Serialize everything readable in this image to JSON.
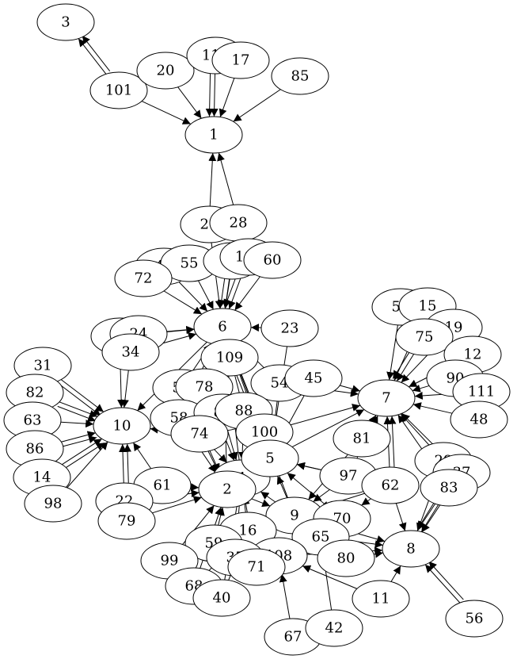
{
  "diagram": {
    "type": "directed-graph",
    "nodes": [
      {
        "id": "3"
      },
      {
        "id": "101"
      },
      {
        "id": "20"
      },
      {
        "id": "112"
      },
      {
        "id": "17"
      },
      {
        "id": "85"
      },
      {
        "id": "1"
      },
      {
        "id": "26"
      },
      {
        "id": "28"
      },
      {
        "id": "46"
      },
      {
        "id": "55"
      },
      {
        "id": "72"
      },
      {
        "id": "18"
      },
      {
        "id": "105"
      },
      {
        "id": "60"
      },
      {
        "id": "6"
      },
      {
        "id": "36"
      },
      {
        "id": "24"
      },
      {
        "id": "34"
      },
      {
        "id": "23"
      },
      {
        "id": "109"
      },
      {
        "id": "31"
      },
      {
        "id": "82"
      },
      {
        "id": "63"
      },
      {
        "id": "86"
      },
      {
        "id": "14"
      },
      {
        "id": "98"
      },
      {
        "id": "10"
      },
      {
        "id": "53"
      },
      {
        "id": "78"
      },
      {
        "id": "58"
      },
      {
        "id": "54"
      },
      {
        "id": "45"
      },
      {
        "id": "84"
      },
      {
        "id": "88"
      },
      {
        "id": "74"
      },
      {
        "id": "100"
      },
      {
        "id": "4"
      },
      {
        "id": "5"
      },
      {
        "id": "2"
      },
      {
        "id": "61"
      },
      {
        "id": "22"
      },
      {
        "id": "79"
      },
      {
        "id": "52"
      },
      {
        "id": "15"
      },
      {
        "id": "19"
      },
      {
        "id": "75"
      },
      {
        "id": "12"
      },
      {
        "id": "90"
      },
      {
        "id": "111"
      },
      {
        "id": "48"
      },
      {
        "id": "7"
      },
      {
        "id": "81"
      },
      {
        "id": "97"
      },
      {
        "id": "62"
      },
      {
        "id": "29"
      },
      {
        "id": "37"
      },
      {
        "id": "83"
      },
      {
        "id": "9"
      },
      {
        "id": "16"
      },
      {
        "id": "70"
      },
      {
        "id": "65"
      },
      {
        "id": "108"
      },
      {
        "id": "80"
      },
      {
        "id": "8"
      },
      {
        "id": "59"
      },
      {
        "id": "35"
      },
      {
        "id": "71"
      },
      {
        "id": "99"
      },
      {
        "id": "68"
      },
      {
        "id": "40"
      },
      {
        "id": "11"
      },
      {
        "id": "56"
      },
      {
        "id": "67"
      },
      {
        "id": "42"
      }
    ],
    "edges": [
      [
        "101",
        "3"
      ],
      [
        "101",
        "3"
      ],
      [
        "101",
        "1"
      ],
      [
        "20",
        "1"
      ],
      [
        "112",
        "1"
      ],
      [
        "112",
        "1"
      ],
      [
        "17",
        "1"
      ],
      [
        "85",
        "1"
      ],
      [
        "26",
        "1"
      ],
      [
        "28",
        "1"
      ],
      [
        "46",
        "6"
      ],
      [
        "55",
        "6"
      ],
      [
        "72",
        "6"
      ],
      [
        "18",
        "6"
      ],
      [
        "18",
        "6"
      ],
      [
        "105",
        "6"
      ],
      [
        "105",
        "6"
      ],
      [
        "60",
        "6"
      ],
      [
        "26",
        "6"
      ],
      [
        "28",
        "6"
      ],
      [
        "36",
        "6"
      ],
      [
        "24",
        "6"
      ],
      [
        "34",
        "6"
      ],
      [
        "23",
        "6"
      ],
      [
        "109",
        "6"
      ],
      [
        "53",
        "6"
      ],
      [
        "78",
        "6"
      ],
      [
        "58",
        "6"
      ],
      [
        "54",
        "6"
      ],
      [
        "84",
        "6"
      ],
      [
        "88",
        "6"
      ],
      [
        "100",
        "6"
      ],
      [
        "31",
        "10"
      ],
      [
        "31",
        "10"
      ],
      [
        "82",
        "10"
      ],
      [
        "82",
        "10"
      ],
      [
        "63",
        "10"
      ],
      [
        "86",
        "10"
      ],
      [
        "86",
        "10"
      ],
      [
        "14",
        "10"
      ],
      [
        "14",
        "10"
      ],
      [
        "98",
        "10"
      ],
      [
        "36",
        "10"
      ],
      [
        "34",
        "10"
      ],
      [
        "22",
        "10"
      ],
      [
        "22",
        "10"
      ],
      [
        "61",
        "10"
      ],
      [
        "74",
        "10"
      ],
      [
        "52",
        "7"
      ],
      [
        "15",
        "7"
      ],
      [
        "19",
        "7"
      ],
      [
        "75",
        "7"
      ],
      [
        "75",
        "7"
      ],
      [
        "12",
        "7"
      ],
      [
        "90",
        "7"
      ],
      [
        "111",
        "7"
      ],
      [
        "48",
        "7"
      ],
      [
        "81",
        "7"
      ],
      [
        "62",
        "7"
      ],
      [
        "62",
        "7"
      ],
      [
        "97",
        "7"
      ],
      [
        "29",
        "7"
      ],
      [
        "37",
        "7"
      ],
      [
        "83",
        "7"
      ],
      [
        "54",
        "7"
      ],
      [
        "45",
        "7"
      ],
      [
        "100",
        "7"
      ],
      [
        "29",
        "8"
      ],
      [
        "37",
        "8"
      ],
      [
        "37",
        "8"
      ],
      [
        "83",
        "8"
      ],
      [
        "83",
        "8"
      ],
      [
        "62",
        "8"
      ],
      [
        "56",
        "8"
      ],
      [
        "56",
        "8"
      ],
      [
        "11",
        "8"
      ],
      [
        "80",
        "8"
      ],
      [
        "108",
        "8"
      ],
      [
        "65",
        "8"
      ],
      [
        "9",
        "8"
      ],
      [
        "58",
        "2"
      ],
      [
        "53",
        "2"
      ],
      [
        "61",
        "2"
      ],
      [
        "79",
        "2"
      ],
      [
        "22",
        "2"
      ],
      [
        "74",
        "2"
      ],
      [
        "59",
        "2"
      ],
      [
        "99",
        "2"
      ],
      [
        "68",
        "2"
      ],
      [
        "78",
        "4"
      ],
      [
        "84",
        "4"
      ],
      [
        "88",
        "4"
      ],
      [
        "74",
        "4"
      ],
      [
        "100",
        "4"
      ],
      [
        "2",
        "4"
      ],
      [
        "16",
        "4"
      ],
      [
        "35",
        "4"
      ],
      [
        "71",
        "4"
      ],
      [
        "40",
        "4"
      ],
      [
        "9",
        "4"
      ],
      [
        "54",
        "5"
      ],
      [
        "45",
        "5"
      ],
      [
        "88",
        "5"
      ],
      [
        "100",
        "5"
      ],
      [
        "97",
        "5"
      ],
      [
        "62",
        "5"
      ],
      [
        "70",
        "5"
      ],
      [
        "9",
        "5"
      ],
      [
        "23",
        "5"
      ],
      [
        "81",
        "9"
      ],
      [
        "97",
        "9"
      ],
      [
        "62",
        "9"
      ],
      [
        "70",
        "9"
      ],
      [
        "65",
        "9"
      ],
      [
        "2",
        "9"
      ],
      [
        "16",
        "9"
      ],
      [
        "35",
        "16"
      ],
      [
        "71",
        "16"
      ],
      [
        "59",
        "16"
      ],
      [
        "99",
        "16"
      ],
      [
        "68",
        "16"
      ],
      [
        "40",
        "16"
      ],
      [
        "62",
        "70"
      ],
      [
        "80",
        "65"
      ],
      [
        "108",
        "65"
      ],
      [
        "42",
        "65"
      ],
      [
        "67",
        "108"
      ],
      [
        "11",
        "108"
      ],
      [
        "109",
        "5"
      ],
      [
        "109",
        "6"
      ],
      [
        "6",
        "10"
      ],
      [
        "5",
        "7"
      ],
      [
        "4",
        "6"
      ],
      [
        "2",
        "6"
      ],
      [
        "5",
        "6"
      ],
      [
        "9",
        "6"
      ]
    ]
  }
}
